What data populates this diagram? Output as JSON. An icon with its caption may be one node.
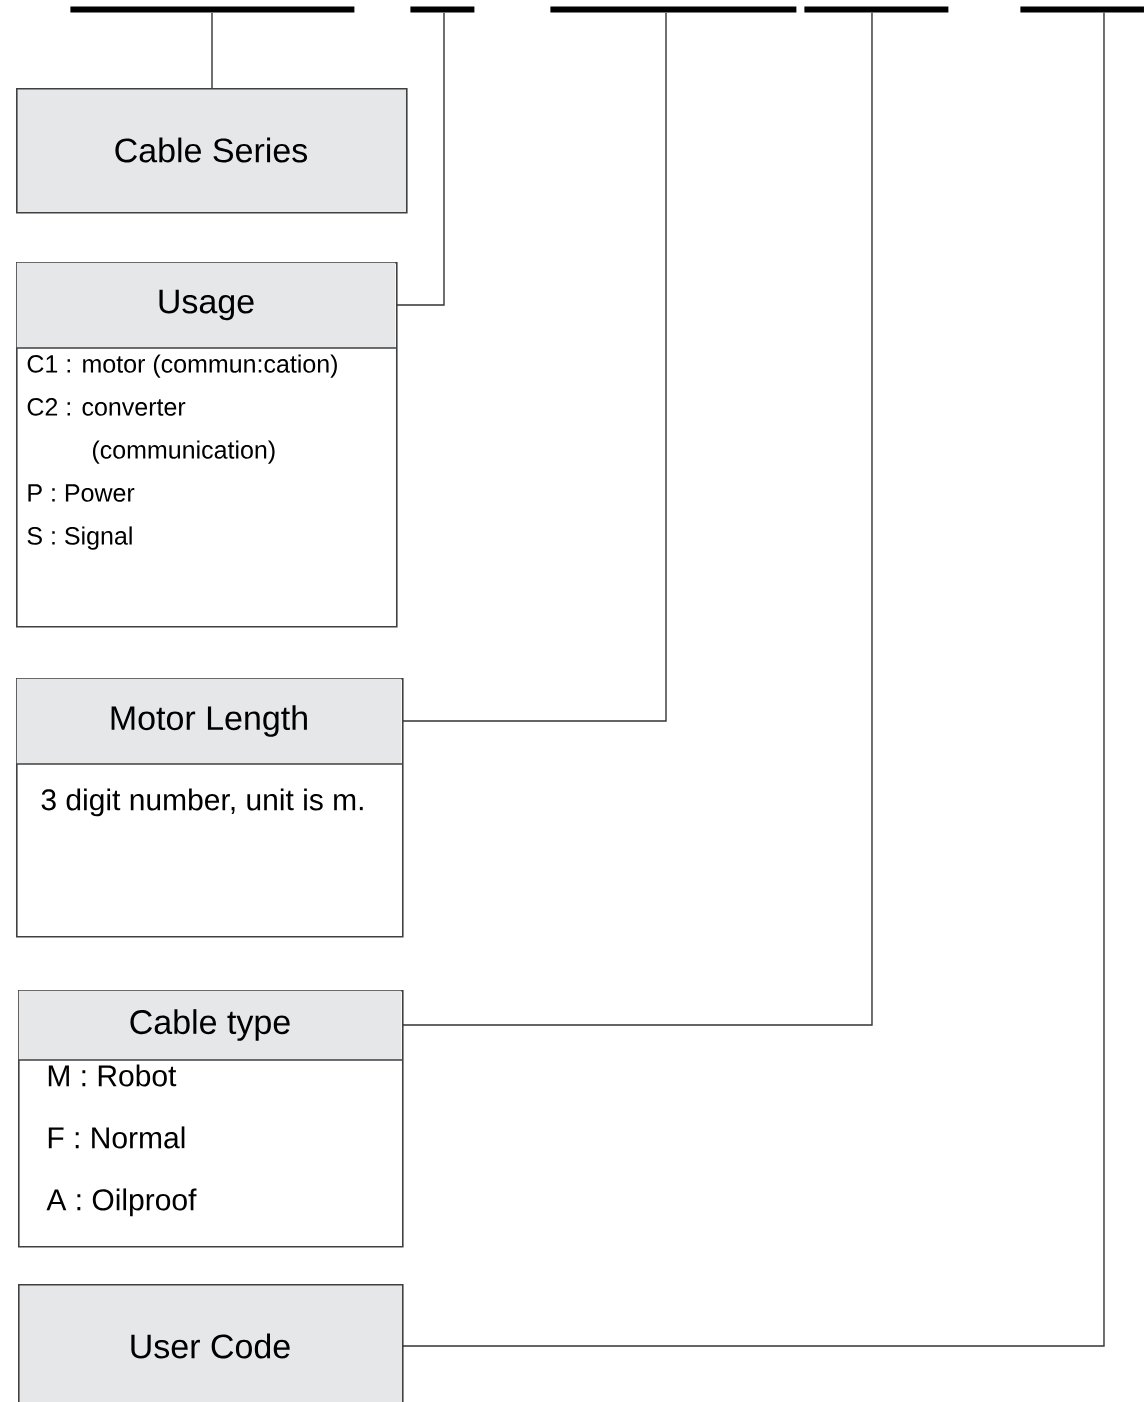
{
  "diagram": {
    "nodes": [
      {
        "text": [],
        "shape": "bar"
      },
      {
        "text": [],
        "shape": "bar"
      },
      {
        "text": [],
        "shape": "bar"
      },
      {
        "text": [],
        "shape": "bar"
      },
      {
        "text": [],
        "shape": "bar"
      },
      {
        "text": [
          "Cable Series"
        ]
      },
      {
        "text": [
          "Usage",
          "C1 : motor (commun:cation)",
          "C2 : converter (communication)",
          "P : Power",
          "S : Signal"
        ]
      },
      {
        "text": [
          "Motor Length",
          "3 digit number, unit is m."
        ]
      },
      {
        "text": [
          "Cable type",
          "M : Robot",
          "F : Normal",
          "A : Oilproof"
        ]
      },
      {
        "text": [
          "User Code"
        ]
      }
    ],
    "edges": [
      {
        "from": 0,
        "to": 5,
        "arrow": "none"
      },
      {
        "from": 1,
        "to": 6,
        "arrow": "none"
      },
      {
        "from": 2,
        "to": 7,
        "arrow": "none"
      },
      {
        "from": 3,
        "to": 8,
        "arrow": "none"
      },
      {
        "from": 4,
        "to": 9,
        "arrow": "none"
      }
    ]
  }
}
